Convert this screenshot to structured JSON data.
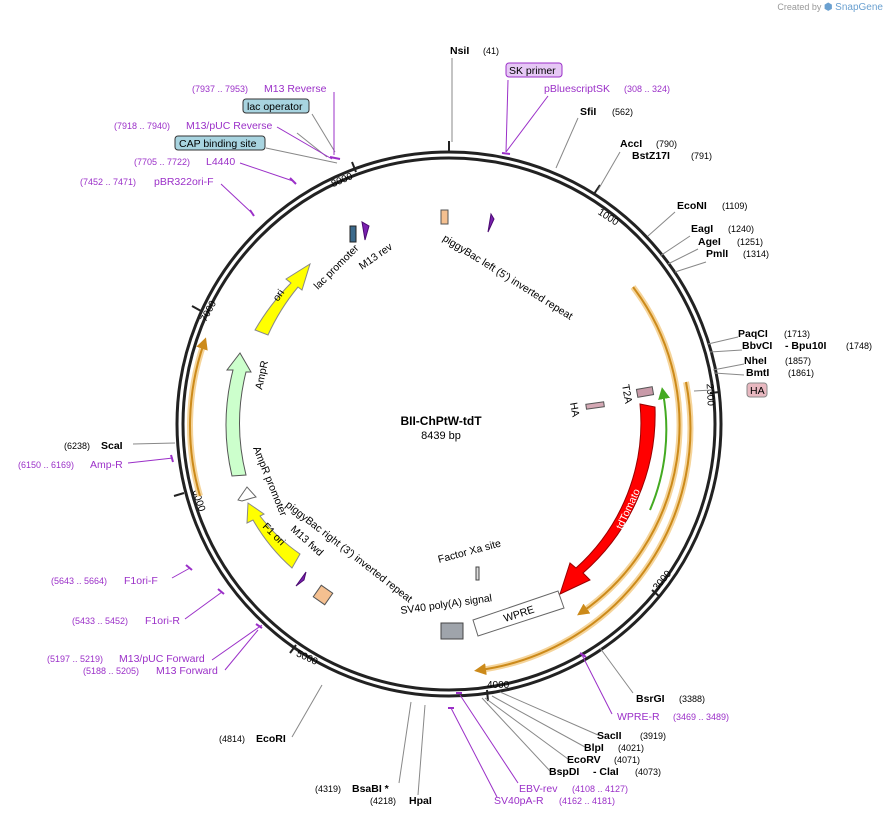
{
  "credit": {
    "created_by": "Created by",
    "brand": "SnapGene"
  },
  "plasmid": {
    "name": "BII-ChPtW-tdT",
    "size_label": "8439 bp",
    "length": 8439
  },
  "ticks": [
    "1000",
    "2000",
    "3000",
    "4000",
    "5000",
    "6000",
    "7000",
    "8000"
  ],
  "sites": [
    {
      "name": "NsiI",
      "pos": "(41)"
    },
    {
      "name": "SfiI",
      "pos": "(562)"
    },
    {
      "name": "AccI",
      "pos": "(790)"
    },
    {
      "name": "BstZ17I",
      "pos": "(791)"
    },
    {
      "name": "EcoNI",
      "pos": "(1109)"
    },
    {
      "name": "EagI",
      "pos": "(1240)"
    },
    {
      "name": "AgeI",
      "pos": "(1251)"
    },
    {
      "name": "PmlI",
      "pos": "(1314)"
    },
    {
      "name": "PaqCI",
      "pos": "(1713)"
    },
    {
      "name": "BbvCI",
      "pos": ""
    },
    {
      "name": "- Bpu10I",
      "pos": "(1748)"
    },
    {
      "name": "NheI",
      "pos": "(1857)"
    },
    {
      "name": "BmtI",
      "pos": "(1861)"
    },
    {
      "name": "BsrGI",
      "pos": "(3388)"
    },
    {
      "name": "SacII",
      "pos": "(3919)"
    },
    {
      "name": "BlpI",
      "pos": "(4021)"
    },
    {
      "name": "EcoRV",
      "pos": "(4071)"
    },
    {
      "name": "BspDI",
      "pos": ""
    },
    {
      "name": "- ClaI",
      "pos": "(4073)"
    },
    {
      "name": "HpaI",
      "pos": "(4218)"
    },
    {
      "name": "BsaBI *",
      "pos": "(4319)"
    },
    {
      "name": "EcoRI",
      "pos": "(4814)"
    },
    {
      "name": "ScaI",
      "pos": "(6238)"
    }
  ],
  "primers": [
    {
      "name": "SK primer",
      "range": ""
    },
    {
      "name": "pBluescriptSK",
      "range": "(308 .. 324)"
    },
    {
      "name": "M13 Reverse",
      "range": "(7937 .. 7953)"
    },
    {
      "name": "lac operator",
      "range": ""
    },
    {
      "name": "M13/pUC Reverse",
      "range": "(7918 .. 7940)"
    },
    {
      "name": "CAP binding site",
      "range": ""
    },
    {
      "name": "L4440",
      "range": "(7705 .. 7722)"
    },
    {
      "name": "pBR322ori-F",
      "range": "(7452 .. 7471)"
    },
    {
      "name": "Amp-R",
      "range": "(6150 .. 6169)"
    },
    {
      "name": "F1ori-F",
      "range": "(5643 .. 5664)"
    },
    {
      "name": "F1ori-R",
      "range": "(5433 .. 5452)"
    },
    {
      "name": "M13/pUC Forward",
      "range": "(5197 .. 5219)"
    },
    {
      "name": "M13 Forward",
      "range": "(5188 .. 5205)"
    },
    {
      "name": "WPRE-R",
      "range": "(3469 .. 3489)"
    },
    {
      "name": "EBV-rev",
      "range": "(4108 .. 4127)"
    },
    {
      "name": "SV40pA-R",
      "range": "(4162 .. 4181)"
    },
    {
      "name": "HA",
      "range": ""
    }
  ],
  "features": [
    {
      "name": "piggyBac left (5') inverted repeat"
    },
    {
      "name": "HA"
    },
    {
      "name": "T2A"
    },
    {
      "name": "tdTomato"
    },
    {
      "name": "Factor Xa site"
    },
    {
      "name": "SV40 poly(A) signal"
    },
    {
      "name": "WPRE"
    },
    {
      "name": "piggyBac right (3') inverted repeat"
    },
    {
      "name": "M13 fwd"
    },
    {
      "name": "F1 ori"
    },
    {
      "name": "AmpR promoter"
    },
    {
      "name": "AmpR"
    },
    {
      "name": "ori"
    },
    {
      "name": "lac promoter"
    },
    {
      "name": "M13 rev"
    }
  ],
  "colors": {
    "backbone": "#222222",
    "tdtomato": "#ff0000",
    "ori": "#ffff00",
    "ampr": "#ccffcc",
    "primer": "#9b30c8",
    "orange_arc": "#cc8a1a",
    "green_arc": "#44aa22",
    "lac_op_tag": "#a8d4e0",
    "sk_tag": "#e6c8f5",
    "ha_tag": "#e8b8c0"
  }
}
